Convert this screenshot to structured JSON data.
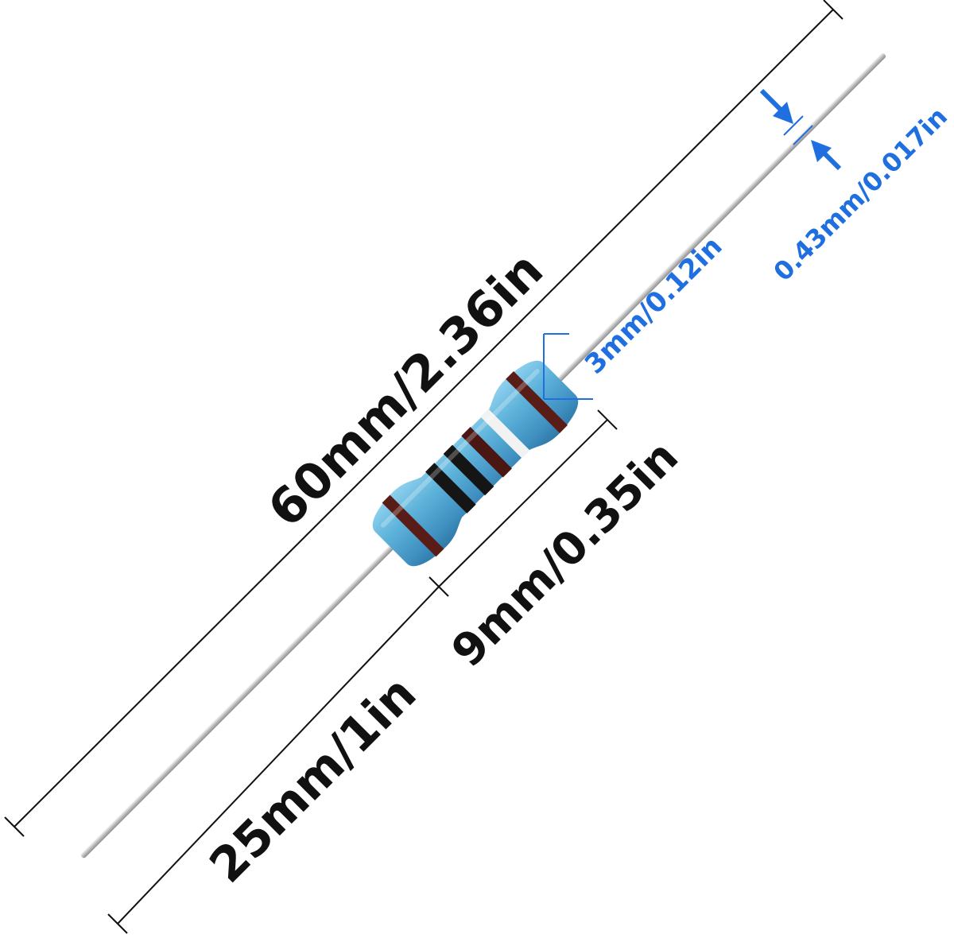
{
  "labels": {
    "overall_length": "60mm/2.36in",
    "lead_length": "25mm/1in",
    "body_length": "9mm/0.35in",
    "body_diameter": "3mm/0.12in",
    "lead_diameter": "0.43mm/0.017in"
  },
  "colors": {
    "dimension_line": "#111111",
    "annotation_blue": "#1f6fe0",
    "body_blue": "#5fb4db",
    "band_brown": "#5a1c16",
    "band_black": "#151515",
    "band_silver": "#f2f2f2",
    "lead_silver": "#c9c9c9"
  },
  "resistor": {
    "bands": [
      "brown",
      "black",
      "black",
      "brown",
      "silver"
    ]
  }
}
